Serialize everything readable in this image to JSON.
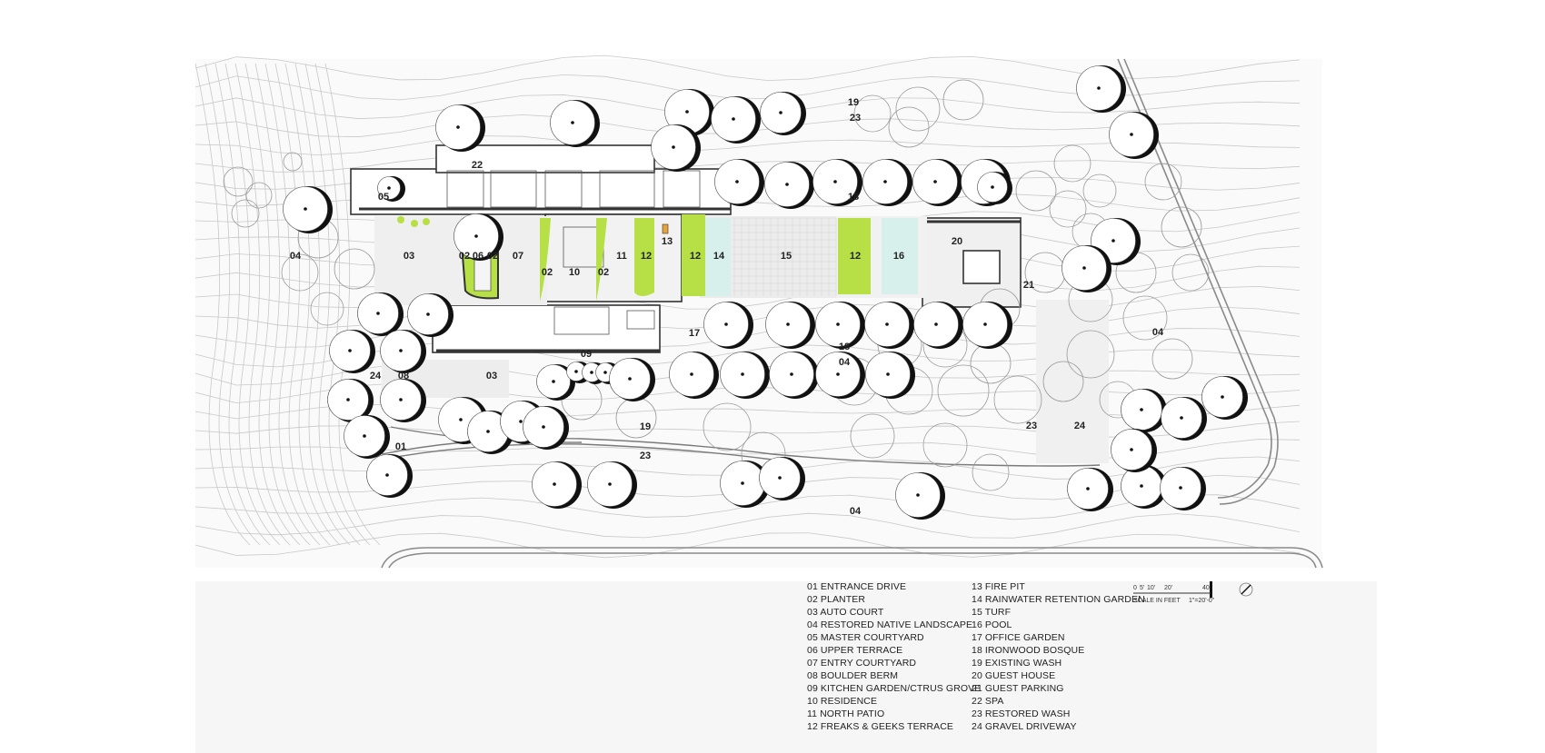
{
  "plan_labels": [
    "01",
    "02",
    "03",
    "04",
    "05",
    "06",
    "07",
    "08",
    "09",
    "10",
    "11",
    "12",
    "13",
    "14",
    "15",
    "16",
    "17",
    "18",
    "19",
    "20",
    "21",
    "22",
    "23",
    "24"
  ],
  "legend": {
    "left": [
      "01 ENTRANCE DRIVE",
      "02 PLANTER",
      "03 AUTO COURT",
      "04 RESTORED NATIVE LANDSCAPE",
      "05 MASTER COURTYARD",
      "06 UPPER TERRACE",
      "07 ENTRY COURTYARD",
      "08 BOULDER BERM",
      "09 KITCHEN GARDEN/CTRUS GROVE",
      "10 RESIDENCE",
      "11 NORTH PATIO",
      "12 FREAKS & GEEKS TERRACE"
    ],
    "right": [
      "13 FIRE PIT",
      "14 RAINWATER RETENTION GARDEN",
      "15 TURF",
      "16 POOL",
      "17 OFFICE GARDEN",
      "18 IRONWOOD BOSQUE",
      "19 EXISTING WASH",
      "20 GUEST HOUSE",
      "21 GUEST PARKING",
      "22 SPA",
      "23 RESTORED WASH",
      "24 GRAVEL DRIVEWAY"
    ]
  },
  "scale": {
    "ticks": [
      "0",
      "5'",
      "10'",
      "20'",
      "40'"
    ],
    "caption": "SCALE IN FEET",
    "ratio": "1\"=20'-0\""
  },
  "colors": {
    "lime": "#b7e046",
    "aqua": "#d8f0ec",
    "tree": "#111111",
    "contour": "#c8c8c8"
  }
}
